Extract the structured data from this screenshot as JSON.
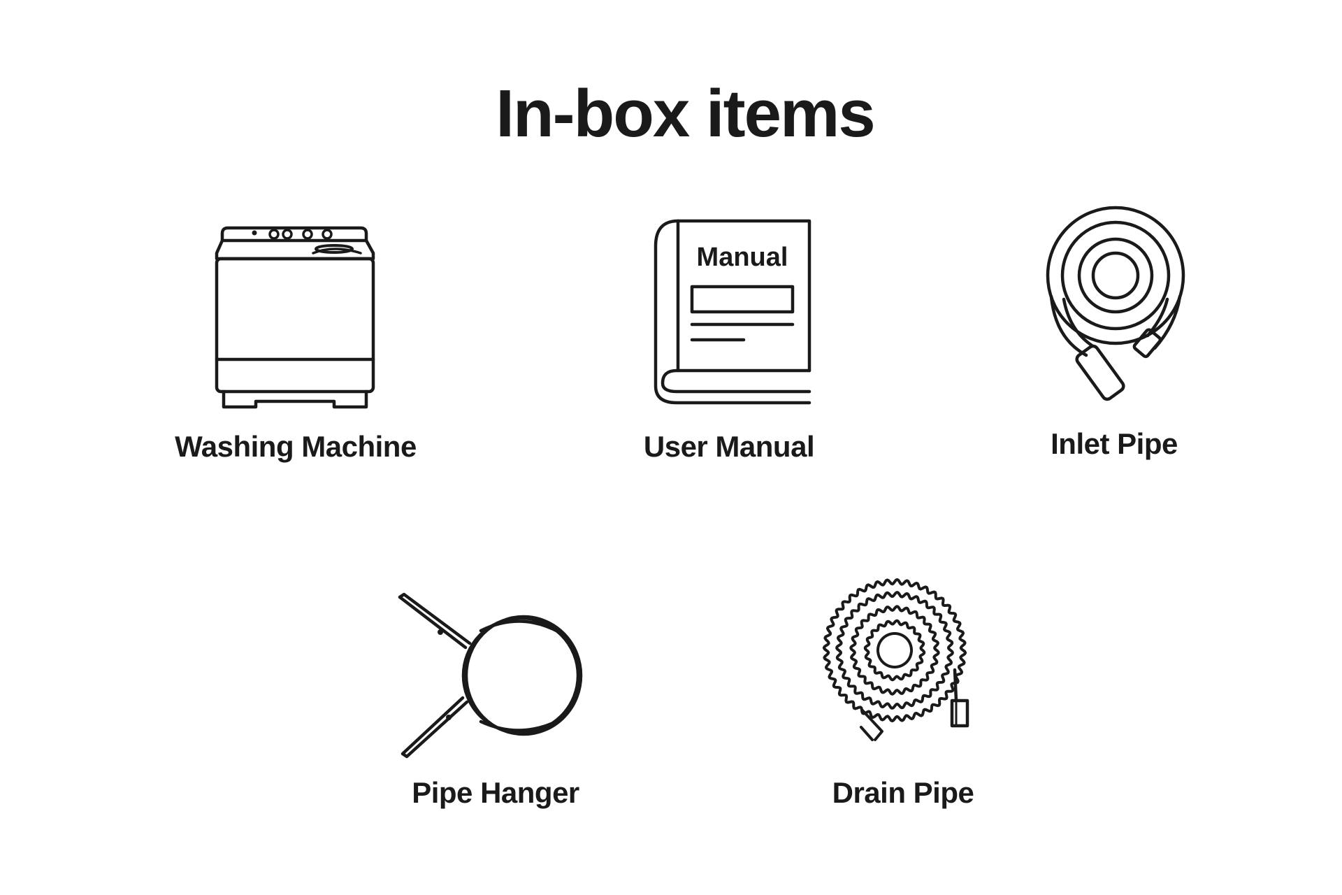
{
  "title": "In-box items",
  "items": [
    {
      "label": "Washing Machine",
      "icon": "washing-machine-icon"
    },
    {
      "label": "User Manual",
      "icon": "book-icon",
      "cover_text": "Manual"
    },
    {
      "label": "Inlet Pipe",
      "icon": "coiled-hose-icon"
    },
    {
      "label": "Pipe Hanger",
      "icon": "pipe-hanger-icon"
    },
    {
      "label": "Drain Pipe",
      "icon": "corrugated-hose-icon"
    }
  ],
  "colors": {
    "ink": "#1a1a1a",
    "background": "#ffffff"
  }
}
